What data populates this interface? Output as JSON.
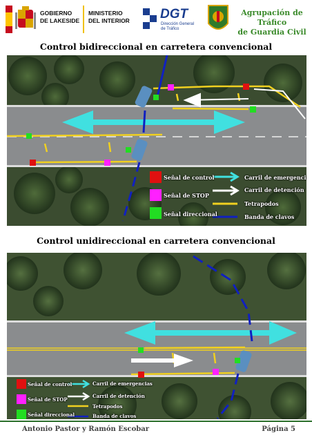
{
  "header": {
    "gov_line1": "GOBIERNO",
    "gov_line2": "DE LAKESIDE",
    "min_line1": "MINISTERIO",
    "min_line2": "DEL INTERIOR",
    "dgt_name": "DGT",
    "dgt_sub1": "Dirección General",
    "dgt_sub2": "de Tráfico",
    "gc_line1": "Agrupación de Tráfico",
    "gc_line2": "de Guardia Civil"
  },
  "section1": {
    "title": "Control bidireccional en carretera convencional",
    "legend": {
      "control": "Señal de control",
      "stop": "Señal de STOP",
      "direccional": "Señal direccional",
      "emergencias": "Carril de emergencias",
      "detencion": "Carril de detención",
      "tetrapodos": "Tetrapodos",
      "clavos": "Banda de clavos"
    }
  },
  "section2": {
    "title": "Control unidireccional en carretera convencional",
    "legend": {
      "control": "Señal de control",
      "stop": "Señal de STOP",
      "direccional": "Señal direccional",
      "emergencias": "Carril de emergencias",
      "detencion": "Carril de detención",
      "tetrapodos": "Tetrapodos",
      "clavos": "Banda de clavos"
    }
  },
  "footer": {
    "authors": "Antonio Pastor y Ramón Escobar",
    "page": "Página 5"
  },
  "colors": {
    "control": "#e01010",
    "stop": "#ff20ff",
    "direccional": "#22dd22",
    "emergencias": "#40e0e0",
    "detencion": "#ffffff",
    "tetrapodos": "#f0d020",
    "clavos": "#1020c0"
  }
}
